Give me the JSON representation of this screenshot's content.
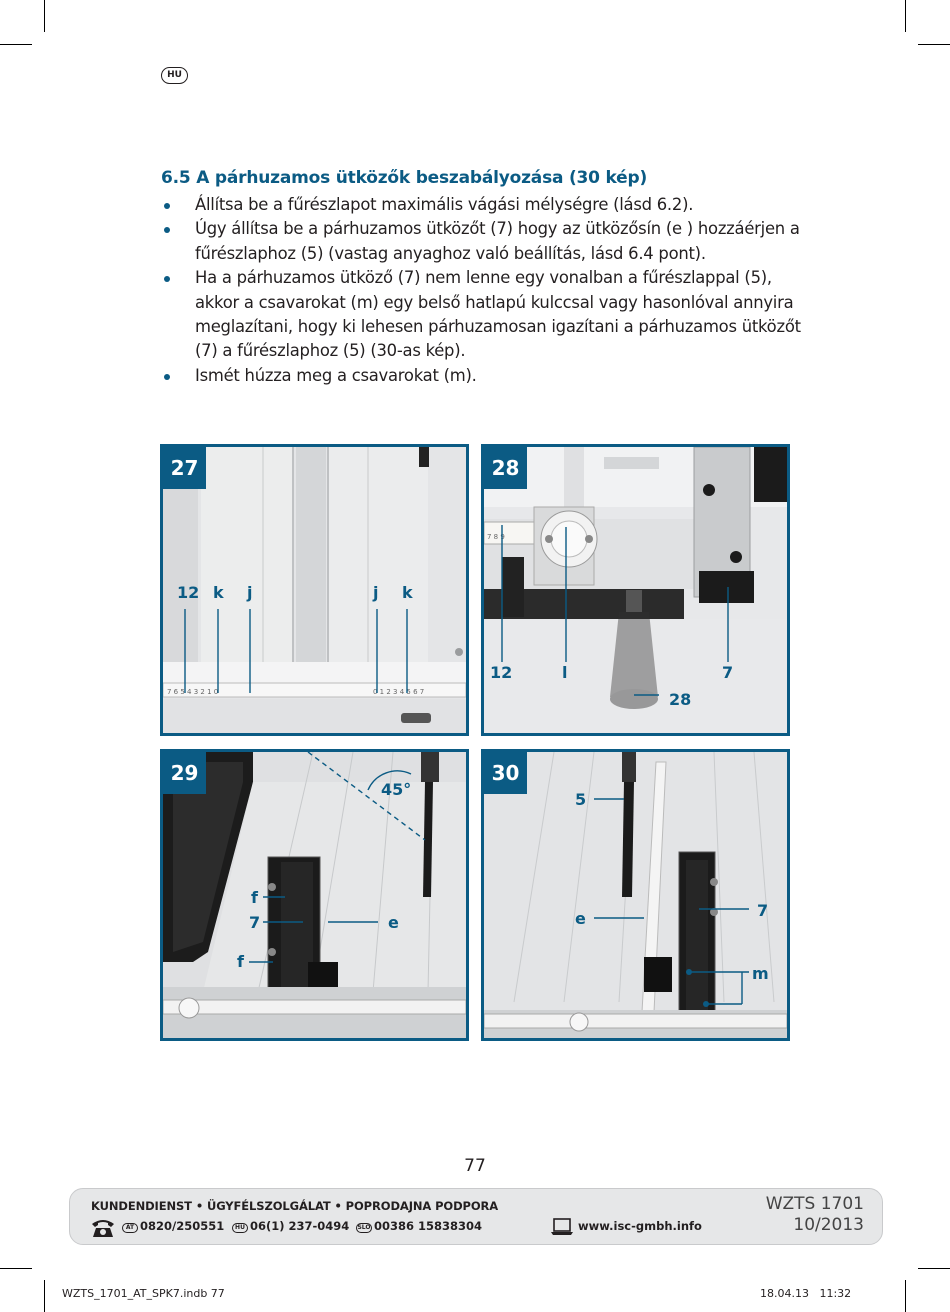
{
  "lang_code": "HU",
  "section": {
    "title": "6.5 A párhuzamos ütközők beszabályozása (30 kép)",
    "bullets": [
      "Állítsa be a fűrészlapot maximális vágási mélységre (lásd 6.2).",
      "Úgy állítsa be a párhuzamos ütközőt (7) hogy az ütközősín (e ) hozzáérjen a fűrészlaphoz (5) (vastag anyaghoz való beállítás, lásd 6.4 pont).",
      "Ha a párhuzamos ütköző (7) nem lenne egy vonalban a fűrészlappal (5), akkor a csavarokat (m) egy belső hatlapú kulccsal vagy hasonlóval annyira meglazítani, hogy ki lehesen párhuzamosan igazítani a párhuzamos ütközőt (7) a fűrészlaphoz (5) (30-as kép).",
      "Ismét húzza meg a csavarokat (m)."
    ]
  },
  "figures": {
    "fig27": {
      "number": "27",
      "labels": [
        "12",
        "k",
        "j",
        "j",
        "k"
      ],
      "ruler_left": "7 6 5 4 3 2 1 0",
      "ruler_right": "0 1 2 3 4 5 6 7"
    },
    "fig28": {
      "number": "28",
      "labels": [
        "12",
        "l",
        "7",
        "28"
      ],
      "scale": "7  8  9"
    },
    "fig29": {
      "number": "29",
      "labels": [
        "45°",
        "f",
        "7",
        "e",
        "f"
      ]
    },
    "fig30": {
      "number": "30",
      "labels": [
        "5",
        "e",
        "7",
        "m"
      ]
    }
  },
  "page_number": "77",
  "footer": {
    "service_title": "KUNDENDIENST • ÜGYFÉLSZOLGÁLAT •  POPRODAJNA PODPORA",
    "contacts": [
      {
        "country": "AT",
        "phone": "0820/250551"
      },
      {
        "country": "HU",
        "phone": "06(1) 237-0494"
      },
      {
        "country": "SLO",
        "phone": "00386 15838304"
      }
    ],
    "website": "www.isc-gmbh.info",
    "model": "WZTS 1701",
    "date": "10/2013"
  },
  "slug": {
    "file": "WZTS_1701_AT_SPK7.indb   77",
    "timestamp": "18.04.13   11:32"
  },
  "colors": {
    "accent": "#0b5b84",
    "text": "#231f20",
    "footer_bg": "#e6e7e8"
  }
}
